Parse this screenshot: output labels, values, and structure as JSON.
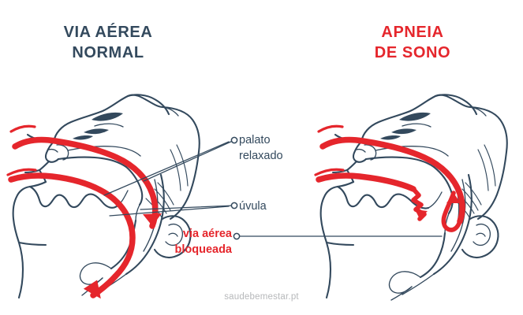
{
  "meta": {
    "background_color": "#ffffff",
    "ink_color": "#33495d",
    "accent_red": "#e5262c",
    "footer_color": "#b6b8ba"
  },
  "panels": [
    {
      "id": "normal",
      "title": "VIA AÉREA\nNORMAL",
      "title_color": "#33495d",
      "description": "side-profile head with open airway and red airflow arrows"
    },
    {
      "id": "apnea",
      "title": "APNEIA\nDE SONO",
      "title_color": "#e5262c",
      "description": "side-profile head with collapsed airway and red airflow stopping"
    }
  ],
  "callouts": [
    {
      "id": "palato",
      "text": "palato\nrelaxado",
      "color": "#33495d",
      "marker": "circle-marker"
    },
    {
      "id": "uvula",
      "text": "úvula",
      "color": "#33495d",
      "marker": "circle-marker"
    },
    {
      "id": "bloqueada",
      "text": "via aérea\nbloqueada",
      "color": "#e5262c",
      "marker": "circle-marker"
    }
  ],
  "footer": {
    "credit": "saudebemestar.pt"
  }
}
